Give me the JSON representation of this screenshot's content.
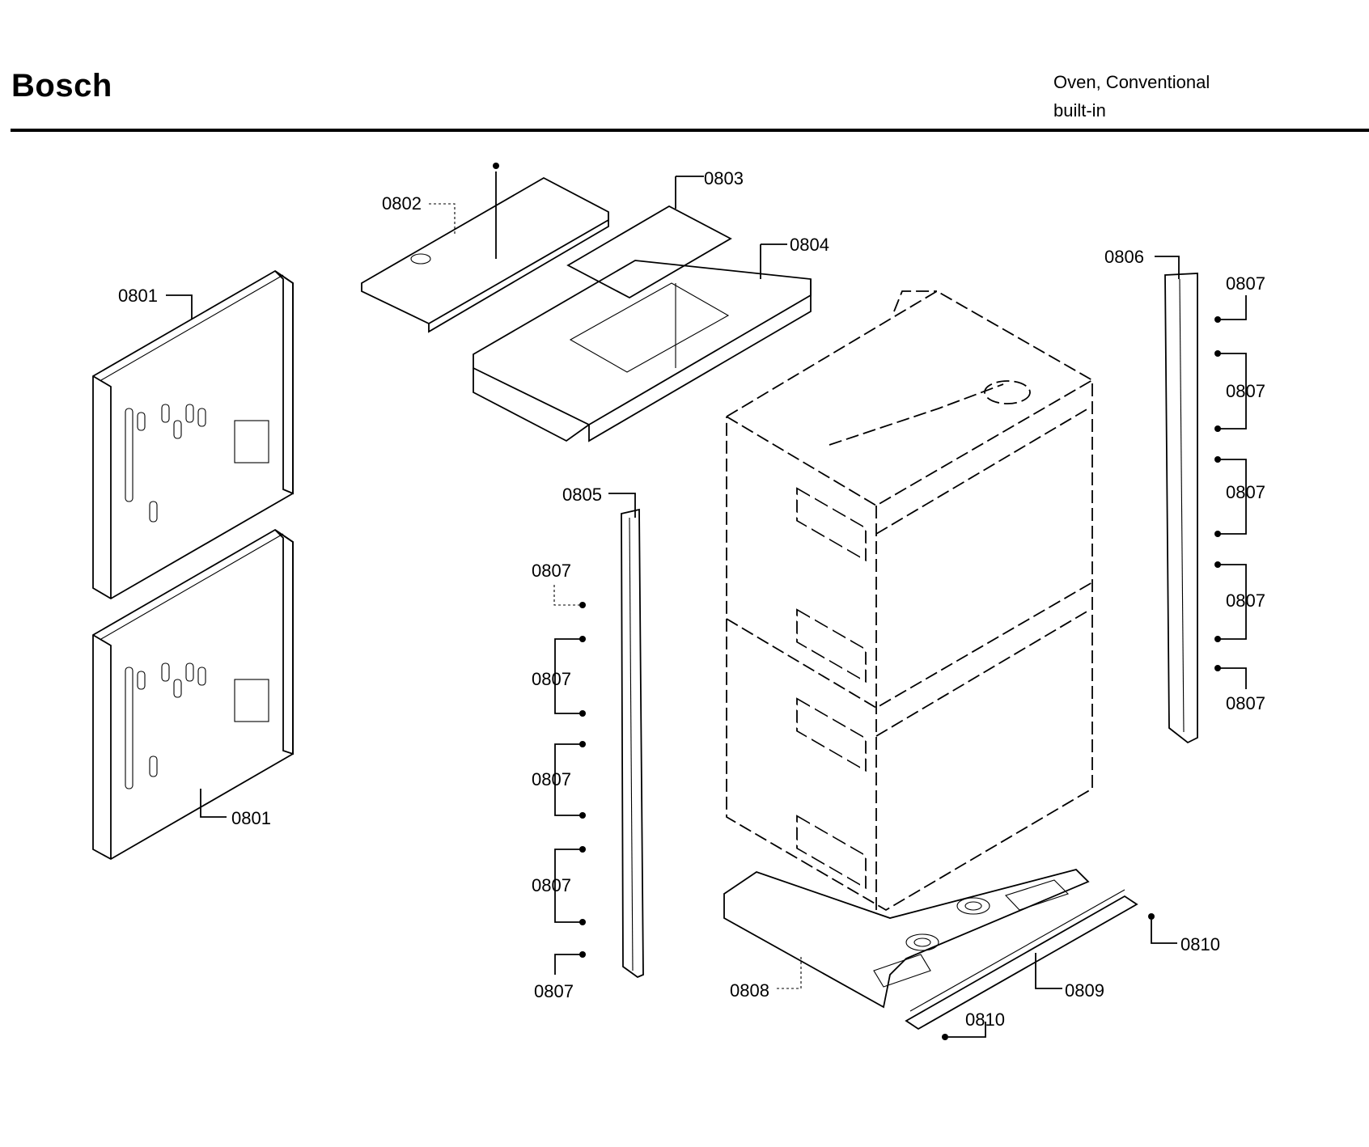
{
  "header": {
    "brand": "Bosch",
    "subtitle_line1": "Oven, Conventional",
    "subtitle_line2": "built-in"
  },
  "labels": {
    "side_panel_upper": "0801",
    "side_panel_lower": "0801",
    "top_cover": "0802",
    "top_plate": "0803",
    "top_duct": "0804",
    "left_rail": "0805",
    "right_rail": "0806",
    "screw_left_1": "0807",
    "screw_left_2": "0807",
    "screw_left_3": "0807",
    "screw_left_4": "0807",
    "screw_left_5": "0807",
    "screw_right_1": "0807",
    "screw_right_2": "0807",
    "screw_right_3": "0807",
    "screw_right_4": "0807",
    "screw_right_5": "0807",
    "base_plate": "0808",
    "front_strip": "0809",
    "screw_base_right": "0810",
    "screw_base_bottom": "0810"
  }
}
